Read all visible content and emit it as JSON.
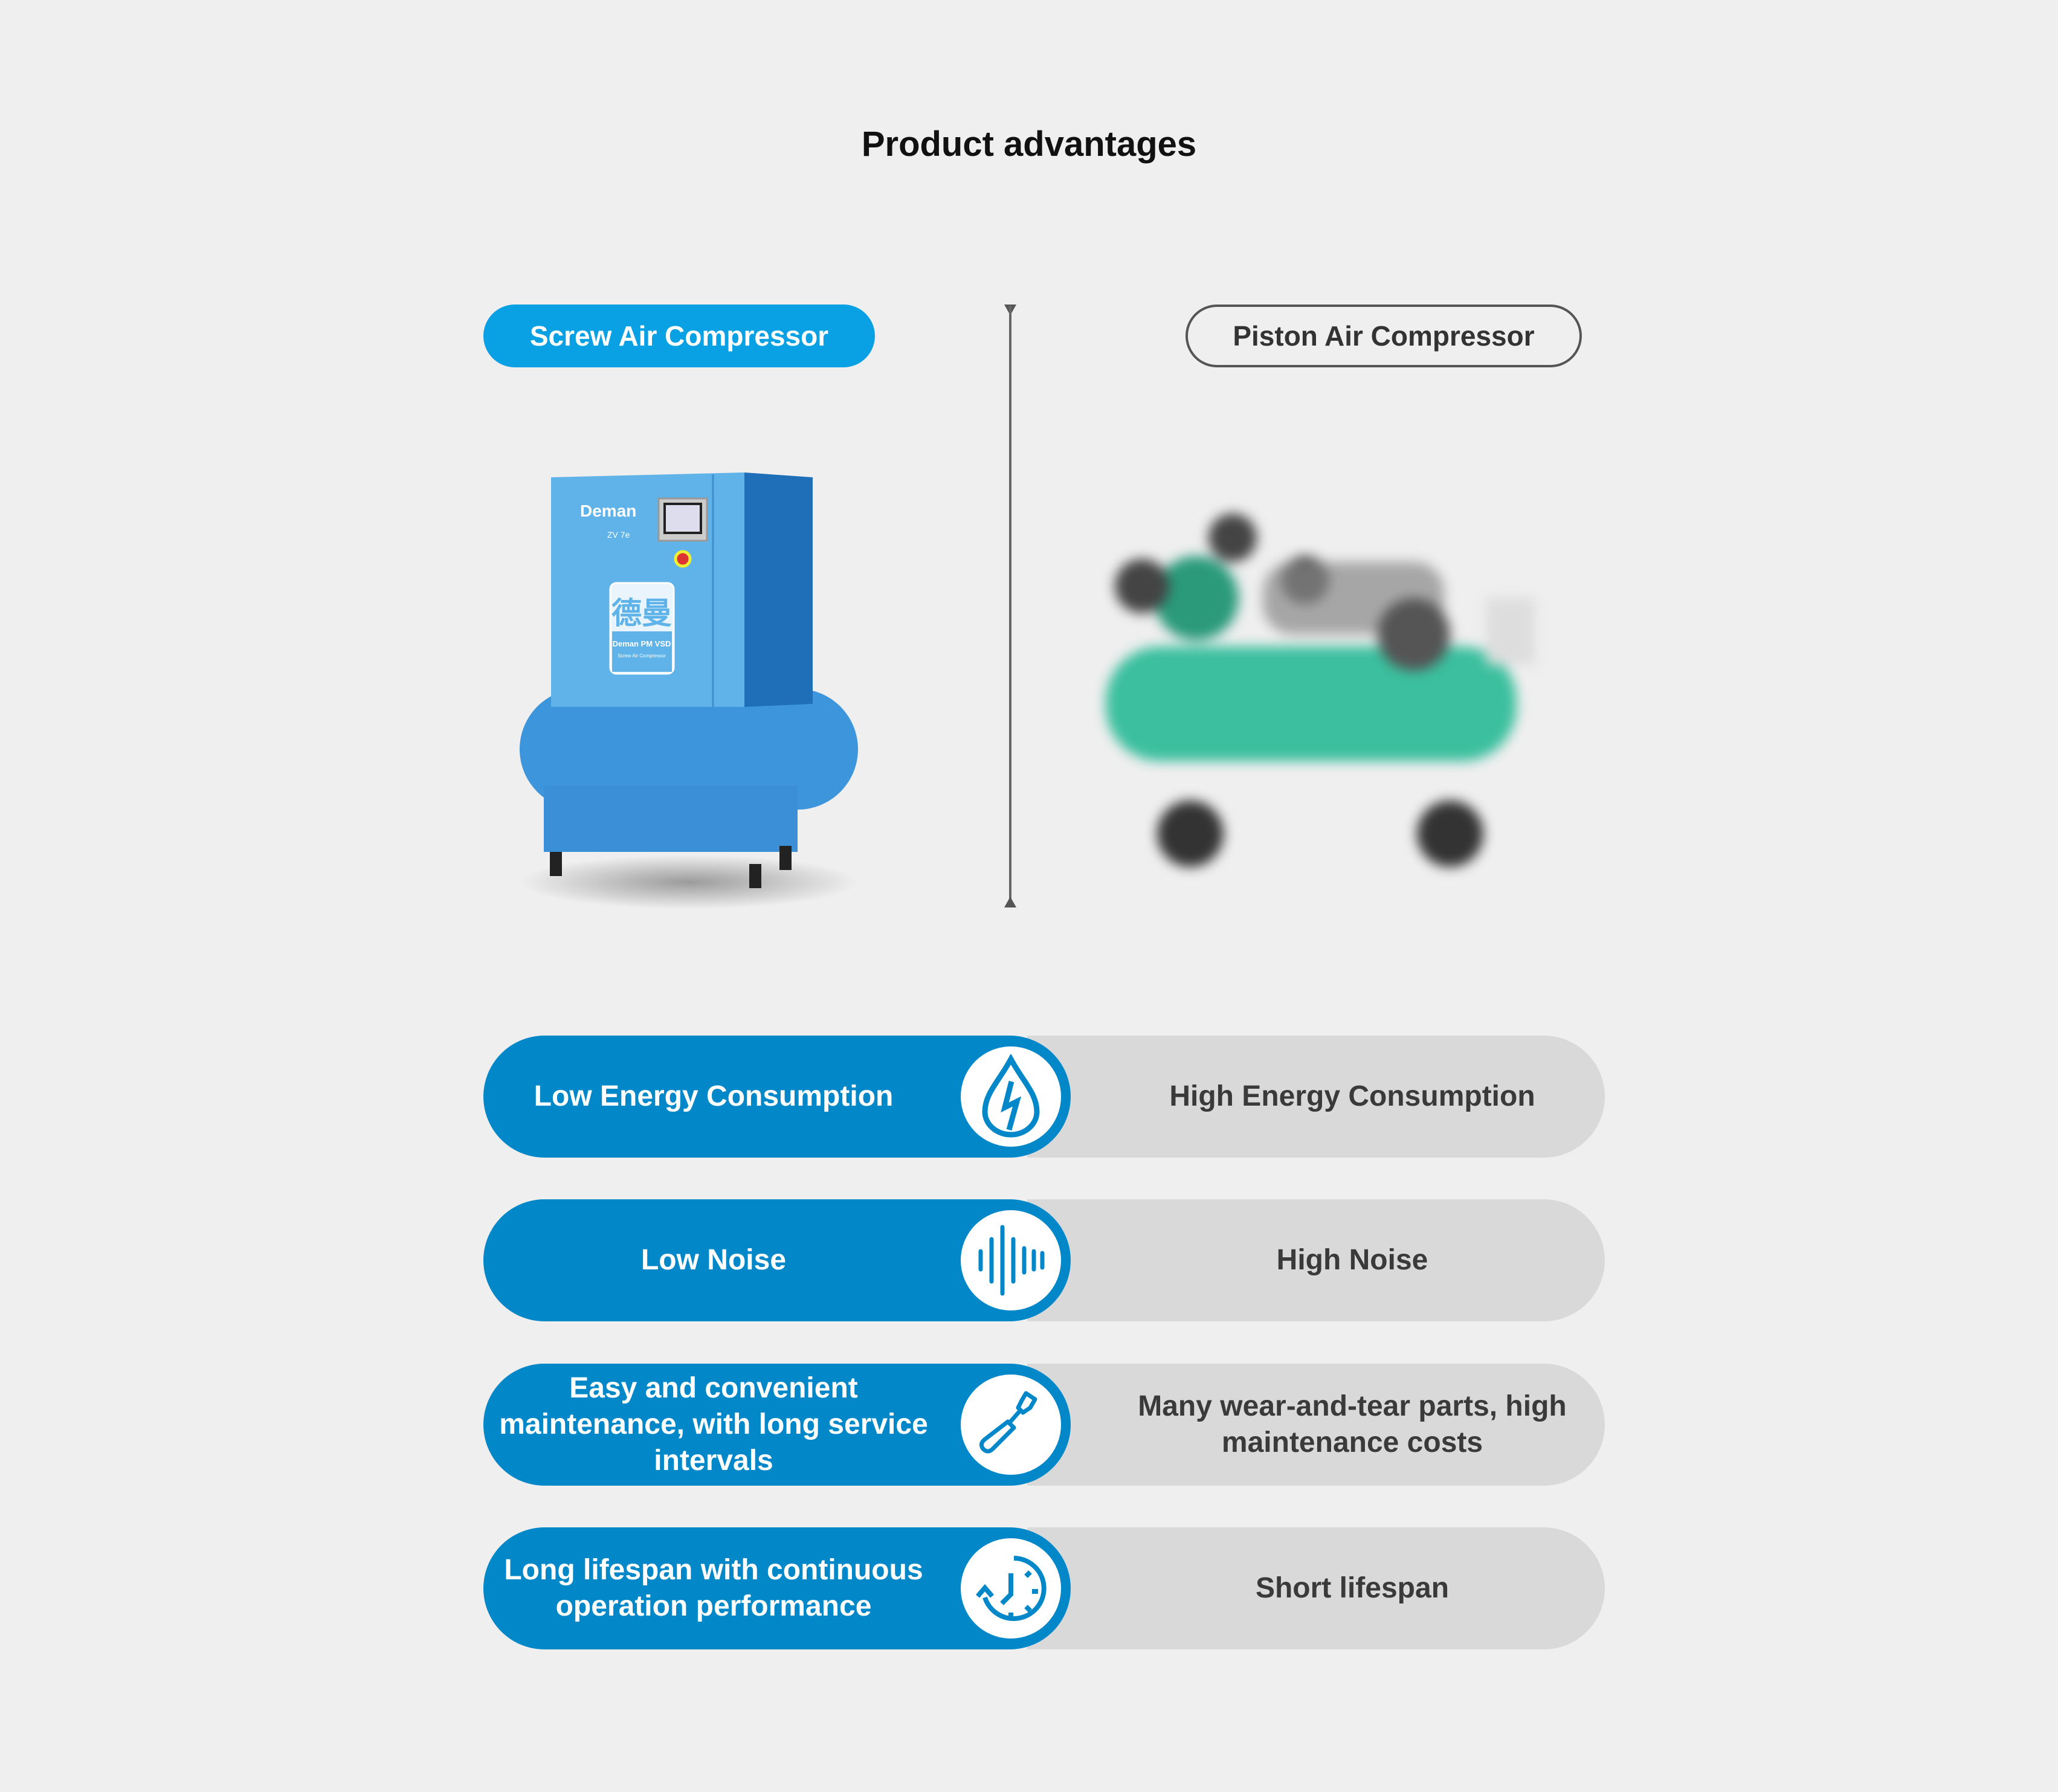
{
  "title": "Product advantages",
  "left_label": "Screw Air Compressor",
  "right_label": "Piston Air Compressor",
  "screw_image": {
    "brand": "Deman",
    "model": "ZV 7e",
    "logo_cn": "德曼",
    "logo_line1": "Deman PM VSD",
    "logo_line2": "Screw Air Compressor"
  },
  "rows": [
    {
      "left": "Low Energy Consumption",
      "right": "High Energy Consumption",
      "icon": "energy-drop-icon"
    },
    {
      "left": "Low Noise",
      "right": "High Noise",
      "icon": "sound-wave-icon"
    },
    {
      "left": "Easy and convenient maintenance, with long service intervals",
      "right": "Many wear-and-tear parts, high maintenance costs",
      "icon": "screwdriver-icon"
    },
    {
      "left": "Long lifespan with continuous operation performance",
      "right": "Short lifespan",
      "icon": "clock-cycle-icon"
    }
  ],
  "colors": {
    "accent": "#0288c9",
    "pill": "#0aa0e4",
    "grey": "#d9d9d9",
    "background": "#efefef"
  }
}
